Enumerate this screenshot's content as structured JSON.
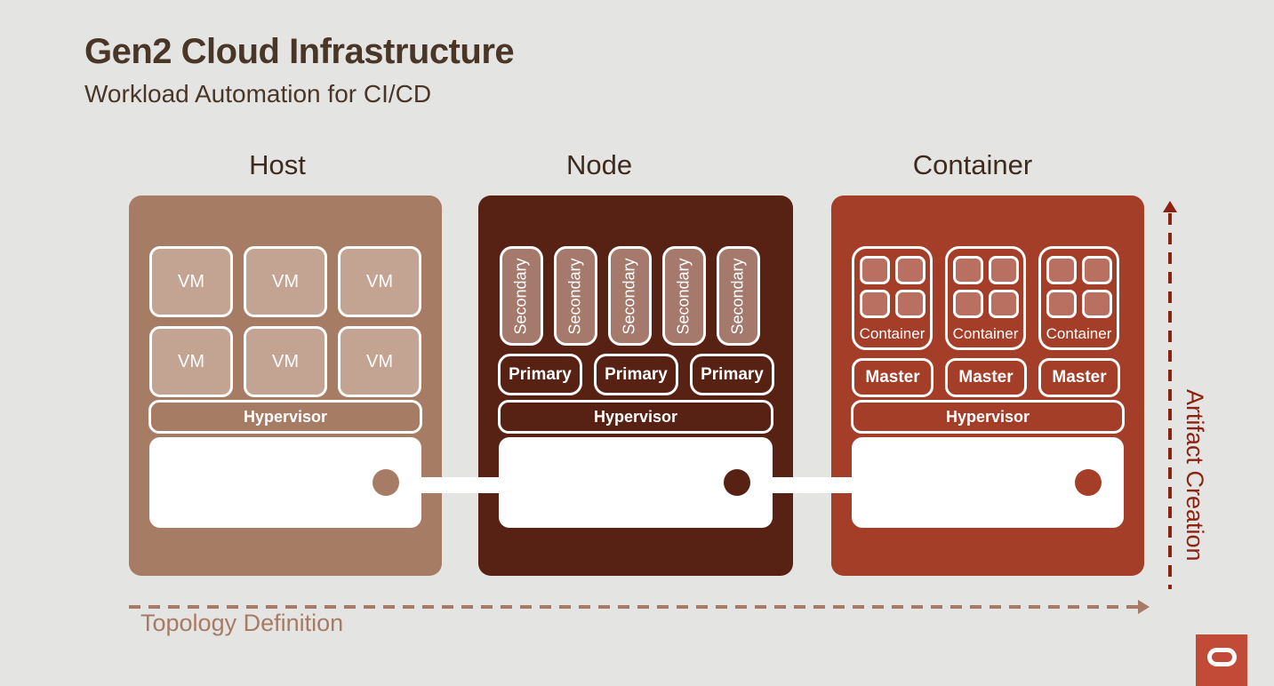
{
  "header": {
    "title": "Gen2 Cloud Infrastructure",
    "subtitle": "Workload Automation for CI/CD"
  },
  "columns": [
    {
      "label": "Host",
      "vms": [
        "VM",
        "VM",
        "VM",
        "VM",
        "VM",
        "VM"
      ],
      "hypervisor_label": "Hypervisor"
    },
    {
      "label": "Node",
      "secondaries": [
        "Secondary",
        "Secondary",
        "Secondary",
        "Secondary",
        "Secondary"
      ],
      "primaries": [
        "Primary",
        "Primary",
        "Primary"
      ],
      "hypervisor_label": "Hypervisor"
    },
    {
      "label": "Container",
      "container_cards": [
        "Container",
        "Container",
        "Container"
      ],
      "masters": [
        "Master",
        "Master",
        "Master"
      ],
      "hypervisor_label": "Hypervisor"
    }
  ],
  "annotations": {
    "topology": "Topology Definition",
    "artifact": "Artifact Creation"
  },
  "icons": {
    "logo": "oracle-logo"
  },
  "colors": {
    "background": "#e4e4e3",
    "title_text": "#493627",
    "header_text": "#3e2b1e",
    "host_base": "#a67c64",
    "host_tile": "#c3a492",
    "node_base": "#572113",
    "node_tile": "#a5796b",
    "container_base": "#a53e28",
    "container_tile": "#b97061",
    "topology_accent": "#a87a64",
    "artifact_accent": "#8e2212",
    "oracle_red": "#c24b38",
    "box_white": "#ffffff"
  }
}
